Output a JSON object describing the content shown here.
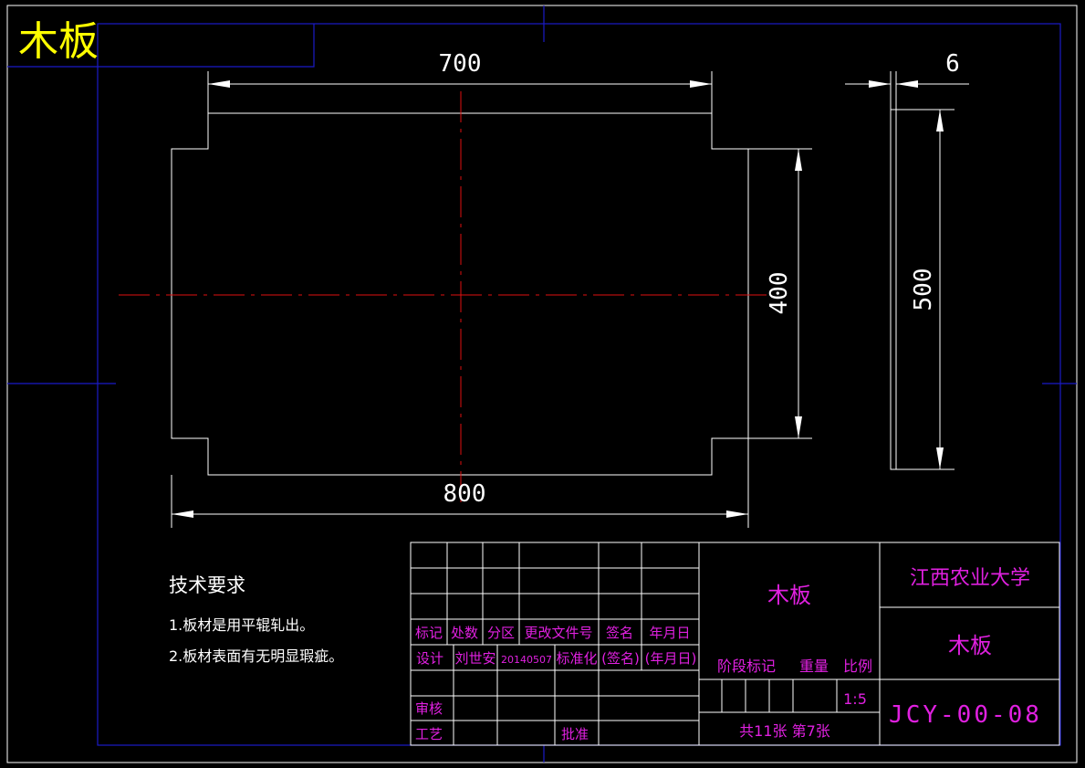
{
  "header": {
    "title": "木板"
  },
  "dimensions": {
    "top_width": "700",
    "bottom_width": "800",
    "height_front": "400",
    "side_thickness": "6",
    "side_height": "500"
  },
  "notes": {
    "heading": "技术要求",
    "items": [
      "1.板材是用平辊轧出。",
      "2.板材表面有无明显瑕疵。"
    ]
  },
  "title_block": {
    "part_name": "木板",
    "school": "江西农业大学",
    "drawing_name": "木板",
    "drawing_no": "JCY-00-08",
    "rev_headers": [
      "标记",
      "处数",
      "分区",
      "更改文件号",
      "签名",
      "年月日"
    ],
    "design_row": [
      "设计",
      "刘世安",
      "20140507",
      "标准化",
      "(签名)",
      "(年月日)"
    ],
    "stage_label": "阶段标记",
    "weight_label": "重量",
    "scale_label": "比例",
    "scale_value": "1:5",
    "review": "审核",
    "process": "工艺",
    "approve": "批准",
    "sheets": "共11张 第7张"
  },
  "colors": {
    "background": "#000000",
    "outline": "#ffffff",
    "frame": "#1a1ac8",
    "centerline": "#e01010",
    "titleblock_text": "#e020e0",
    "title_text": "#ffff00"
  }
}
